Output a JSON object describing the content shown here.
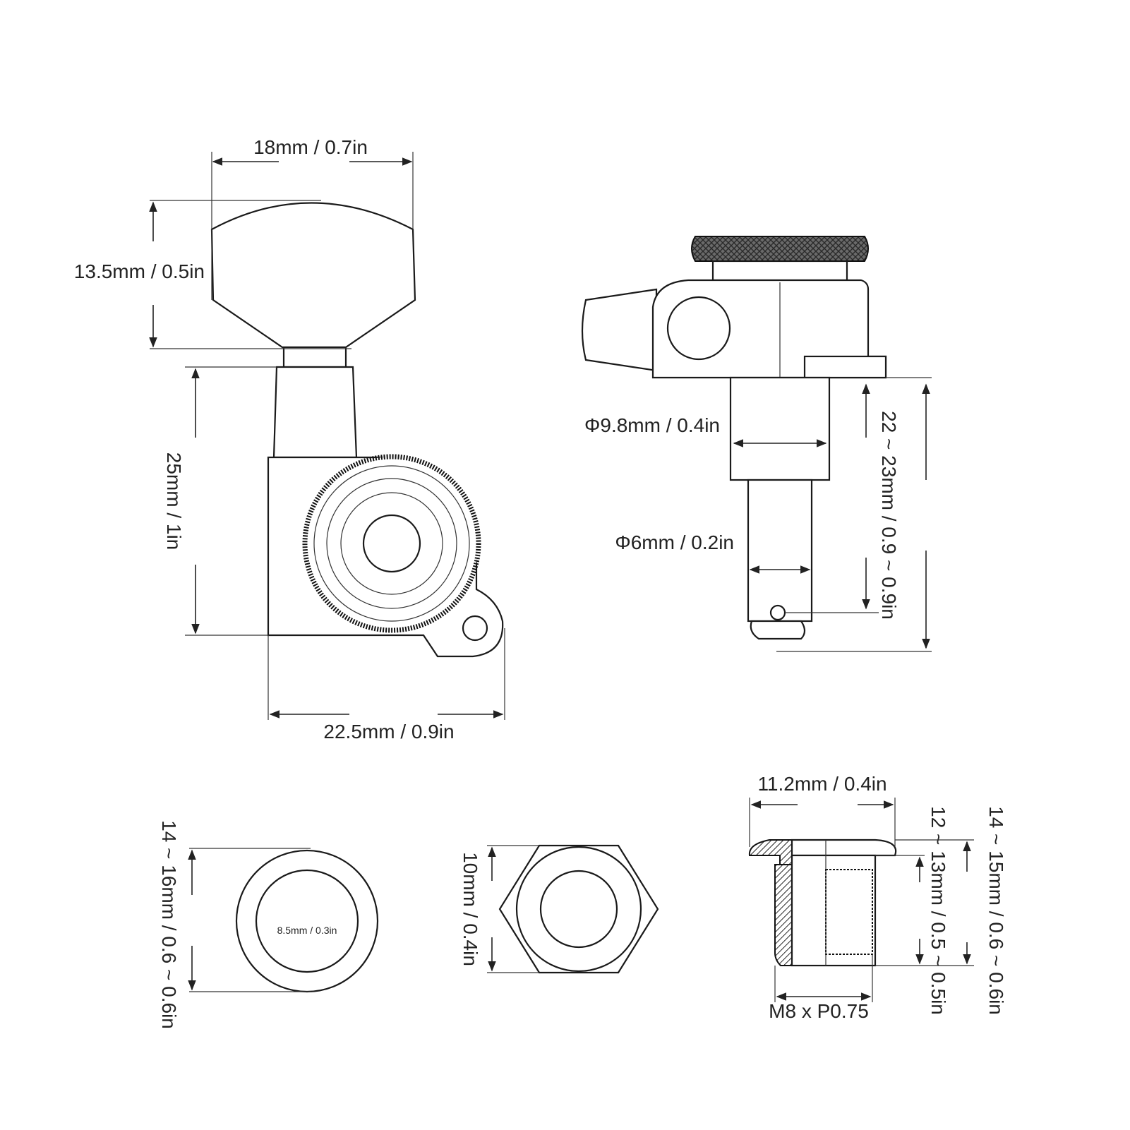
{
  "colors": {
    "line": "#222222",
    "background": "#ffffff",
    "knurl": "#555555"
  },
  "dimensions": {
    "button_width": "18mm / 0.7in",
    "button_height": "13.5mm / 0.5in",
    "body_height": "25mm / 1in",
    "body_width": "22.5mm / 0.9in",
    "bushing_diameter": "Φ9.8mm / 0.4in",
    "post_diameter": "Φ6mm / 0.2in",
    "post_length": "22 ~ 23mm / 0.9 ~ 0.9in",
    "washer_outer": "14 ~ 16mm / 0.6 ~ 0.6in",
    "washer_inner": "8.5mm / 0.3in",
    "nut_size": "10mm / 0.4in",
    "bushing_top": "11.2mm / 0.4in",
    "bushing_inner": "12 ~ 13mm / 0.5 ~ 0.5in",
    "bushing_outer": "14 ~ 15mm / 0.6 ~ 0.6in",
    "thread": "M8 x P0.75"
  }
}
